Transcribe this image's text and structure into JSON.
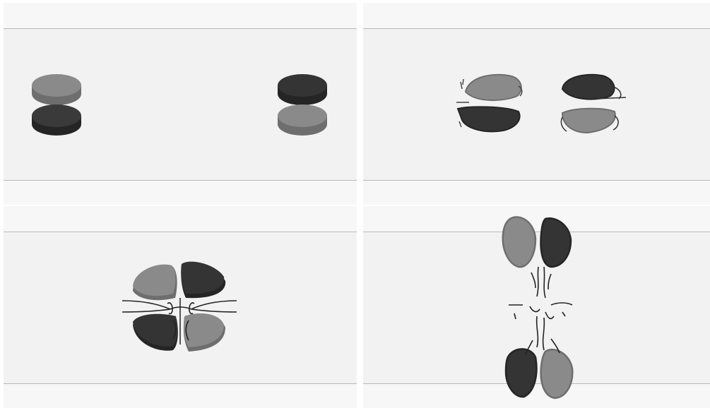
{
  "colors": {
    "light_body": "#8a8a8a",
    "light_body_side": "#6e6e6e",
    "dark_body": "#343434",
    "dark_body_side": "#252525",
    "background": "#f2f2f2",
    "channel_band": "#f7f7f7",
    "channel_line": "#b9b9b9"
  },
  "panels": [
    {
      "id": "p1"
    },
    {
      "id": "p2"
    },
    {
      "id": "p3"
    },
    {
      "id": "p4"
    }
  ]
}
